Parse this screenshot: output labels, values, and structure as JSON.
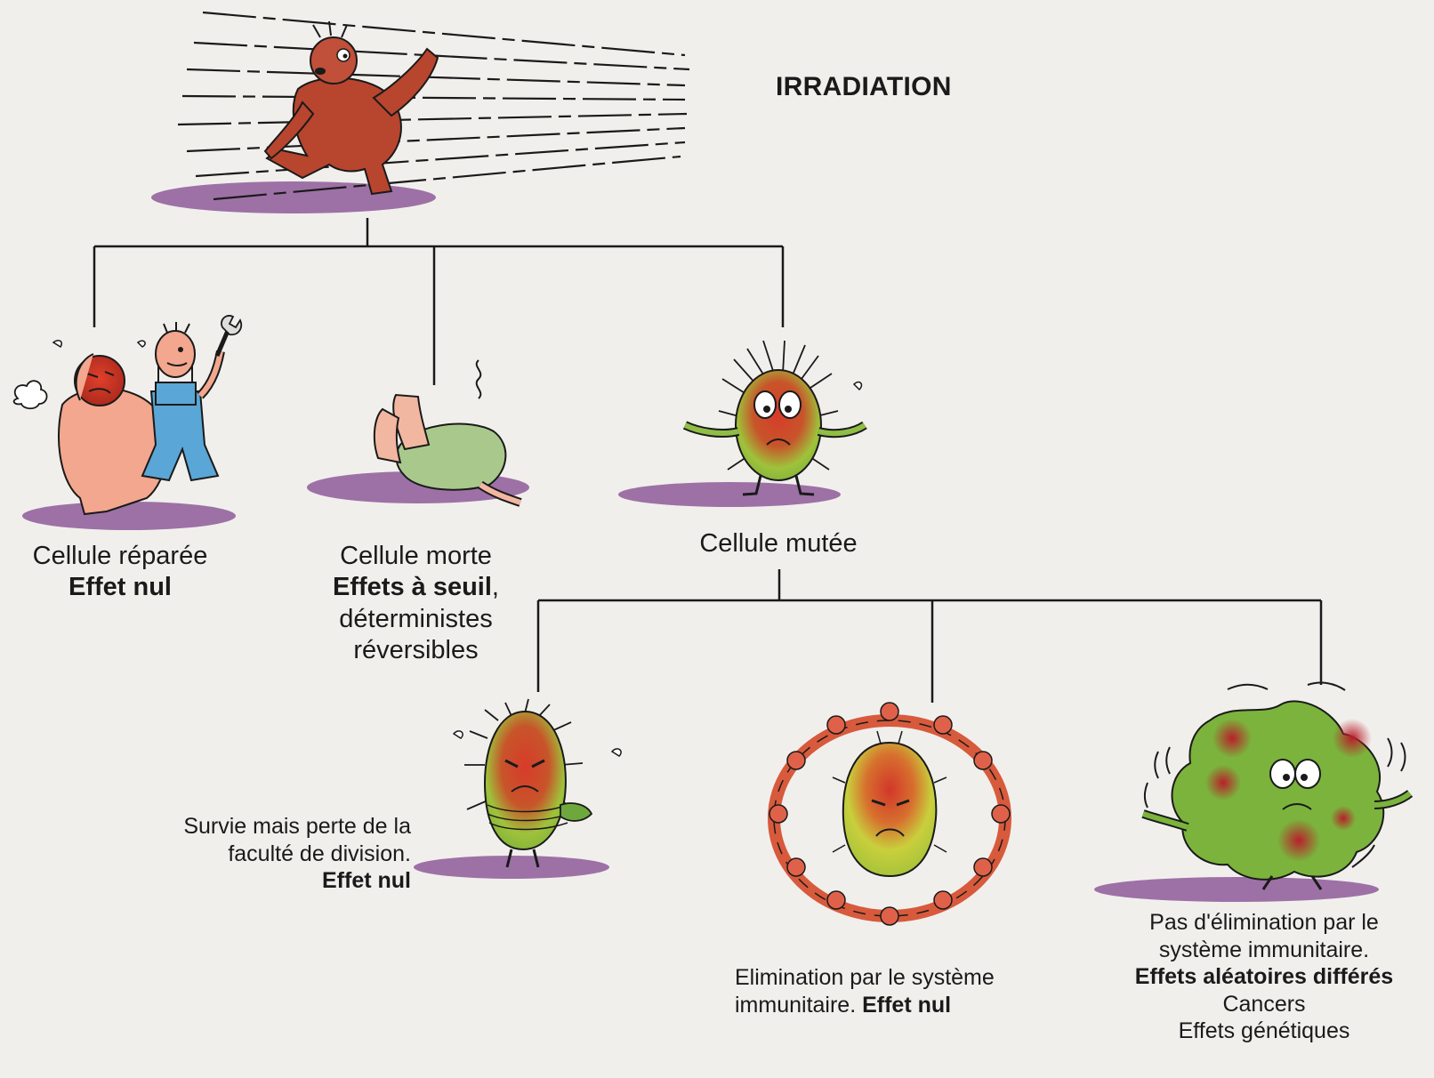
{
  "title": "IRRADIATION",
  "level1": [
    {
      "label": "Cellule réparée",
      "effect": "Effet nul"
    },
    {
      "label": "Cellule morte",
      "effect": "Effets à seuil",
      "detail1": "déterministes",
      "detail2": "réversibles"
    },
    {
      "label": "Cellule mutée"
    }
  ],
  "level2": [
    {
      "line1": "Survie mais perte de la",
      "line2": "faculté de division.",
      "effect": "Effet nul"
    },
    {
      "line1": "Elimination par le système",
      "line2": "immunitaire.",
      "effect": "Effet nul"
    },
    {
      "line1": "Pas d'élimination par le",
      "line2": "système immunitaire.",
      "effect": "Effets aléatoires différés",
      "detail1": "Cancers",
      "detail2": "Effets génétiques"
    }
  ],
  "colors": {
    "background": "#f1efec",
    "line": "#1a1a1a",
    "skin_red": "#c2402f",
    "cell_green": "#7bb33c",
    "cell_yellow": "#c9c93a",
    "shadow_purple": "#8e5a9a",
    "overall_blue": "#5aa6d6"
  },
  "icons": [
    "irradiated-person-icon",
    "repaired-cell-icon",
    "mechanic-icon",
    "dead-cell-icon",
    "mutated-cell-icon",
    "sterile-cell-icon",
    "immune-circle-icon",
    "cancer-cell-icon"
  ]
}
